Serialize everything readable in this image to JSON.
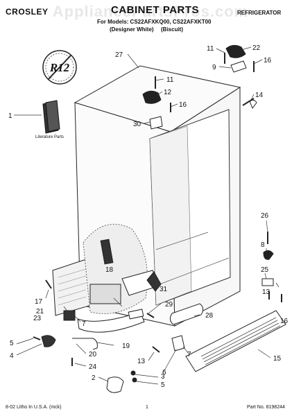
{
  "header": {
    "brand": "CROSLEY",
    "title": "CABINET PARTS",
    "for_models": "For Models: CS22AFXKQ00, CS22AFXKT00",
    "color_white": "(Designer White)",
    "color_biscuit": "(Biscuit)",
    "category": "REFRIGERATOR"
  },
  "watermark": "AppliancePartsPros.com",
  "badge": {
    "text": "R12"
  },
  "literature": {
    "label": "Literature Parts"
  },
  "callouts": [
    {
      "id": "c11a",
      "label": "11"
    },
    {
      "id": "c22",
      "label": "22"
    },
    {
      "id": "c9",
      "label": "9"
    },
    {
      "id": "c16a",
      "label": "16"
    },
    {
      "id": "c27",
      "label": "27"
    },
    {
      "id": "c11b",
      "label": "11"
    },
    {
      "id": "c12",
      "label": "12"
    },
    {
      "id": "c16b",
      "label": "16"
    },
    {
      "id": "c30",
      "label": "30"
    },
    {
      "id": "c14",
      "label": "14"
    },
    {
      "id": "c1",
      "label": "1"
    },
    {
      "id": "c26",
      "label": "26"
    },
    {
      "id": "c18",
      "label": "18"
    },
    {
      "id": "c8",
      "label": "8"
    },
    {
      "id": "c25",
      "label": "25"
    },
    {
      "id": "c31",
      "label": "31"
    },
    {
      "id": "c17",
      "label": "17"
    },
    {
      "id": "c21",
      "label": "21"
    },
    {
      "id": "c13a",
      "label": "13"
    },
    {
      "id": "c29",
      "label": "29"
    },
    {
      "id": "c23",
      "label": "23"
    },
    {
      "id": "c7a",
      "label": "7"
    },
    {
      "id": "c28",
      "label": "28"
    },
    {
      "id": "c16c",
      "label": "16"
    },
    {
      "id": "c5a",
      "label": "5"
    },
    {
      "id": "c19",
      "label": "19"
    },
    {
      "id": "c4",
      "label": "4"
    },
    {
      "id": "c20",
      "label": "20"
    },
    {
      "id": "c13b",
      "label": "13"
    },
    {
      "id": "c7b",
      "label": "7"
    },
    {
      "id": "c15",
      "label": "15"
    },
    {
      "id": "c24",
      "label": "24"
    },
    {
      "id": "c6",
      "label": "6"
    },
    {
      "id": "c2",
      "label": "2"
    },
    {
      "id": "c3",
      "label": "3"
    },
    {
      "id": "c5b",
      "label": "5"
    }
  ],
  "footer": {
    "left": "8-02 Litho In U.S.A. (mck)",
    "page": "1",
    "part_no": "Part No. 8198244"
  }
}
